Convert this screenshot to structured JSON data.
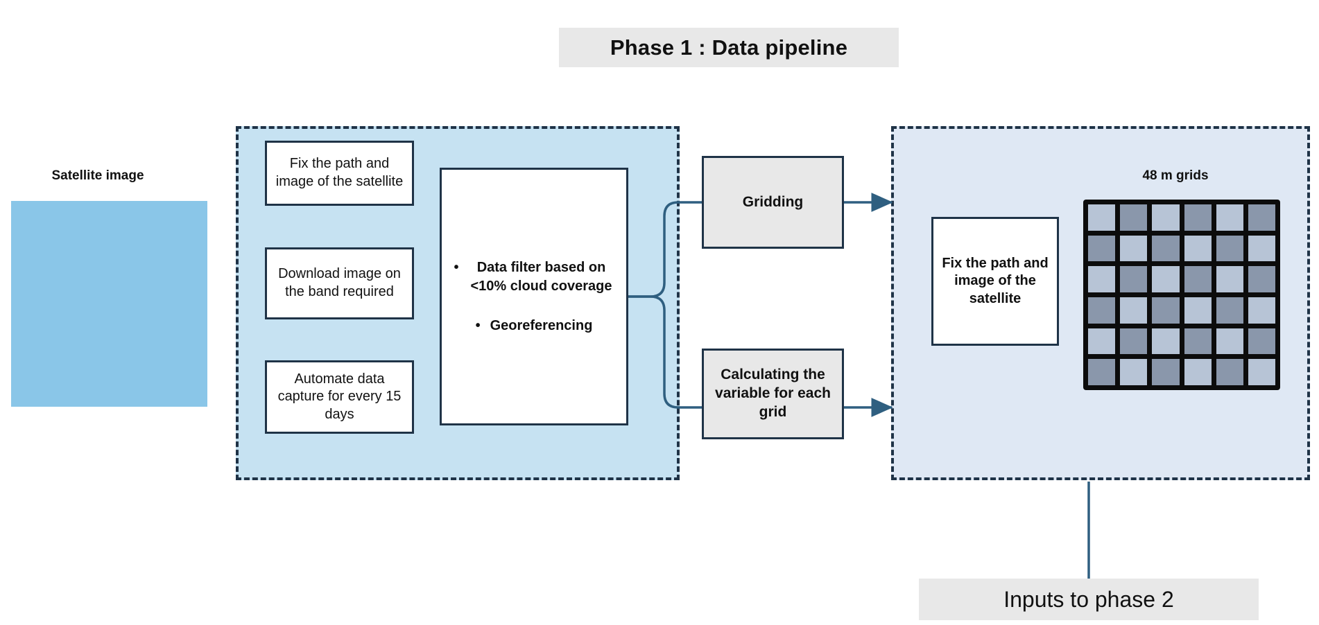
{
  "header": {
    "title": "Phase 1 : Data pipeline"
  },
  "footer": {
    "label": "Inputs to phase 2"
  },
  "satellite": {
    "label": "Satellite image",
    "fill_color": "#8ac6e8"
  },
  "left_panel": {
    "fill_color": "#c6e2f2",
    "border_color": "#1f3347",
    "steps": [
      {
        "label": "Fix the path and image of the satellite"
      },
      {
        "label": "Download image on the band required"
      },
      {
        "label": "Automate data capture for every 15 days"
      }
    ],
    "filter_box": {
      "bullets": [
        {
          "marker": "•",
          "text": "Data filter based on <10% cloud coverage"
        },
        {
          "marker": "•",
          "text": "Georeferencing"
        }
      ]
    }
  },
  "process_boxes": [
    {
      "label": "Gridding",
      "fill_color": "#e8e8e8"
    },
    {
      "label": "Calculating the variable for each grid",
      "fill_color": "#e8e8e8"
    }
  ],
  "right_panel": {
    "fill_color": "#dfe8f4",
    "border_color": "#1f3347",
    "step": {
      "label": "Fix the path and image of the satellite"
    },
    "grid": {
      "label": "48 m grids",
      "rows": 6,
      "cols": 6,
      "light_color": "#b7c4d6",
      "dark_color": "#8a97ab",
      "line_color": "#0c0c0c"
    }
  },
  "theme": {
    "banner_color": "#e8e8e8",
    "connector_color": "#2f5f80",
    "outline_color": "#1f3347",
    "page_background": "#ffffff"
  }
}
